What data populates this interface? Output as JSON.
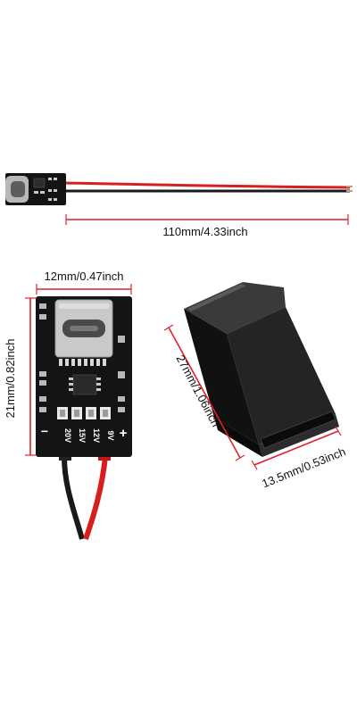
{
  "dimensions": {
    "cable_length": "110mm/4.33inch",
    "board_width": "12mm/0.47inch",
    "board_height": "21mm/0.82inch",
    "case_length": "27mm/1.06inch",
    "case_width": "13.5mm/0.53inch"
  },
  "board_labels": {
    "v20": "20V",
    "v15": "15V",
    "v12": "12V",
    "v9": "9V",
    "minus": "−",
    "plus": "+"
  },
  "colors": {
    "dimension_line": "#e0222a",
    "pcb": "#141414",
    "wire_red": "#d81e1e",
    "wire_black": "#1a1a1a",
    "case": "#1e1e1e"
  }
}
